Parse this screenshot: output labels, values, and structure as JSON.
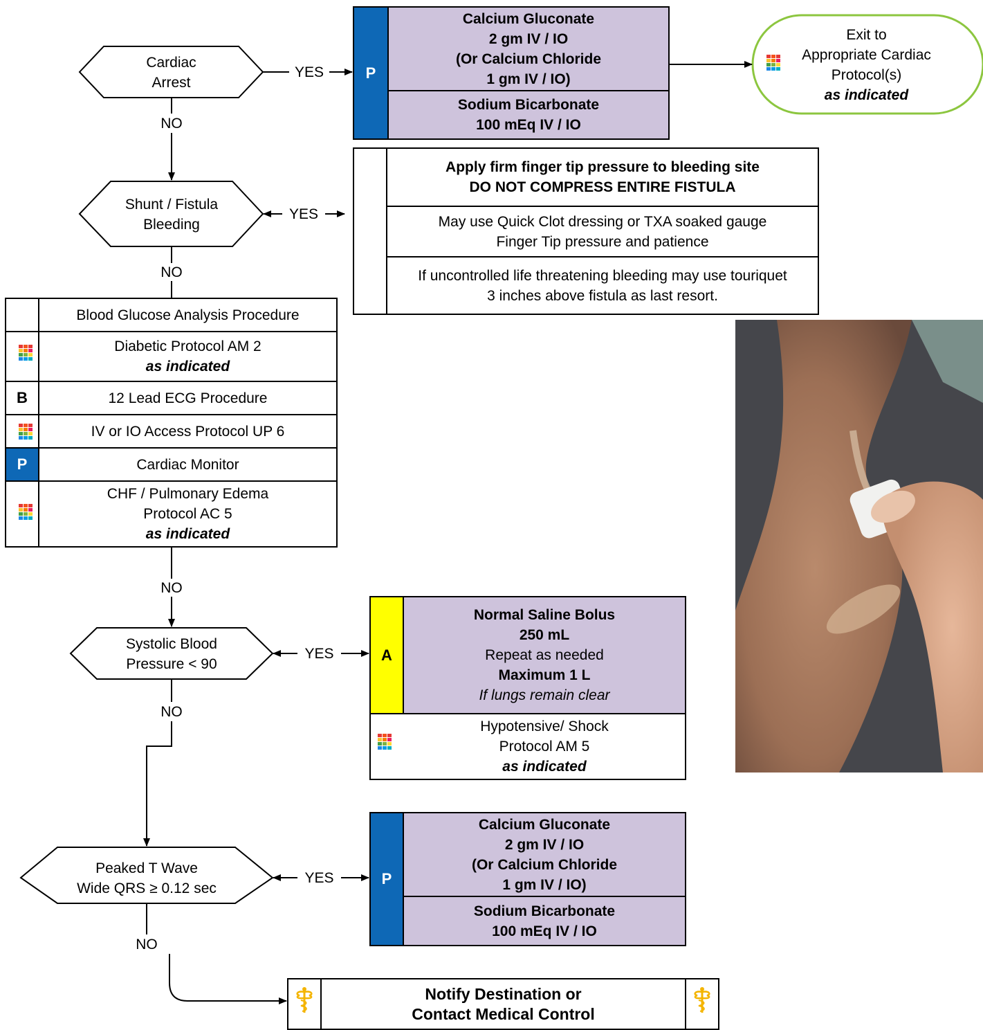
{
  "decisions": {
    "cardiac_arrest": {
      "line1": "Cardiac",
      "line2": "Arrest"
    },
    "shunt_bleeding": {
      "line1": "Shunt / Fistula",
      "line2": "Bleeding"
    },
    "systolic_bp": {
      "line1": "Systolic Blood",
      "line2": "Pressure < 90"
    },
    "peaked_t": {
      "line1": "Peaked T Wave",
      "line2": "Wide QRS ≥ 0.12 sec"
    }
  },
  "edge_labels": {
    "yes": "YES",
    "no": "NO"
  },
  "calcium_box_top": {
    "badge": "P",
    "drug1": [
      "Calcium Gluconate",
      "2 gm IV / IO",
      "(Or Calcium Chloride",
      "1 gm IV / IO)"
    ],
    "drug2": [
      "Sodium Bicarbonate",
      "100 mEq IV / IO"
    ]
  },
  "exit_cardiac": {
    "line1": "Exit to",
    "line2": "Appropriate Cardiac",
    "line3": "Protocol(s)",
    "line4": "as indicated"
  },
  "bleeding_box": {
    "row1": [
      "Apply firm finger tip pressure to bleeding site",
      "DO NOT COMPRESS ENTIRE FISTULA"
    ],
    "row2": [
      "May use Quick Clot dressing or TXA soaked gauge",
      "Finger Tip pressure and patience"
    ],
    "row3": [
      "If uncontrolled life threatening bleeding may use touriquet",
      "3 inches above fistula as last resort."
    ]
  },
  "assessment_table": {
    "rows": [
      {
        "badge": "",
        "lines": [
          "Blood Glucose Analysis Procedure"
        ]
      },
      {
        "badge": "icon",
        "lines": [
          "Diabetic Protocol AM 2"
        ],
        "emph": "as indicated"
      },
      {
        "badge": "B",
        "lines": [
          "12 Lead ECG Procedure"
        ]
      },
      {
        "badge": "icon",
        "lines": [
          "IV or IO Access Protocol UP 6"
        ]
      },
      {
        "badge": "P",
        "lines": [
          "Cardiac Monitor"
        ]
      },
      {
        "badge": "icon",
        "lines": [
          "CHF / Pulmonary Edema",
          "Protocol AC 5"
        ],
        "emph": "as indicated"
      }
    ]
  },
  "saline_box": {
    "badge": "A",
    "title": "Normal Saline Bolus",
    "dose": "250 mL",
    "repeat": "Repeat as needed",
    "max": "Maximum 1 L",
    "note": "If lungs remain clear",
    "hypo": [
      "Hypotensive/ Shock",
      "Protocol AM 5"
    ],
    "hypo_emph": "as indicated"
  },
  "calcium_box_bottom": {
    "badge": "P",
    "drug1": [
      "Calcium Gluconate",
      "2 gm IV / IO",
      "(Or Calcium Chloride",
      "1 gm IV / IO)"
    ],
    "drug2": [
      "Sodium Bicarbonate",
      "100 mEq IV / IO"
    ]
  },
  "notify_box": {
    "line1": "Notify Destination or",
    "line2": "Contact Medical Control"
  },
  "colors": {
    "blue": "#0e68b6",
    "purple": "#cec3dc",
    "yellow": "#ffff00",
    "green": "#8cc63f"
  }
}
